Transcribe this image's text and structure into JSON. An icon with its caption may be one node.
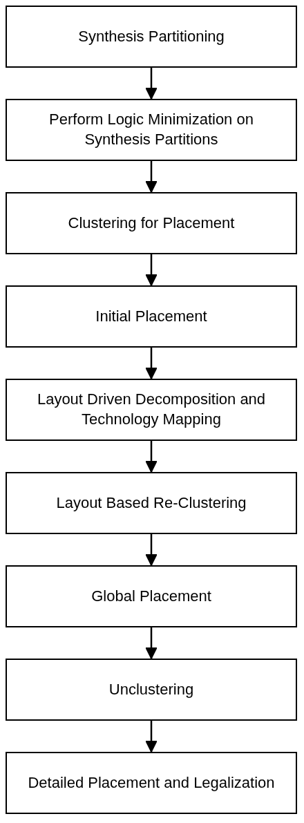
{
  "diagram": {
    "nodes": [
      {
        "text": [
          "Synthesis Partitioning"
        ]
      },
      {
        "text": [
          "Perform Logic Minimization on Synthesis Partitions"
        ]
      },
      {
        "text": [
          "Clustering for Placement"
        ]
      },
      {
        "text": [
          "Initial Placement"
        ]
      },
      {
        "text": [
          "Layout Driven Decomposition and Technology Mapping"
        ]
      },
      {
        "text": [
          "Layout Based Re-Clustering"
        ]
      },
      {
        "text": [
          "Global Placement"
        ]
      },
      {
        "text": [
          "Unclustering"
        ]
      },
      {
        "text": [
          "Detailed Placement and Legalization"
        ]
      }
    ],
    "edges": [
      {
        "from": 0,
        "to": 1,
        "arrow": "to"
      },
      {
        "from": 1,
        "to": 2,
        "arrow": "to"
      },
      {
        "from": 2,
        "to": 3,
        "arrow": "to"
      },
      {
        "from": 3,
        "to": 4,
        "arrow": "to"
      },
      {
        "from": 4,
        "to": 5,
        "arrow": "to"
      },
      {
        "from": 5,
        "to": 6,
        "arrow": "to"
      },
      {
        "from": 6,
        "to": 7,
        "arrow": "to"
      },
      {
        "from": 7,
        "to": 8,
        "arrow": "to"
      }
    ]
  }
}
